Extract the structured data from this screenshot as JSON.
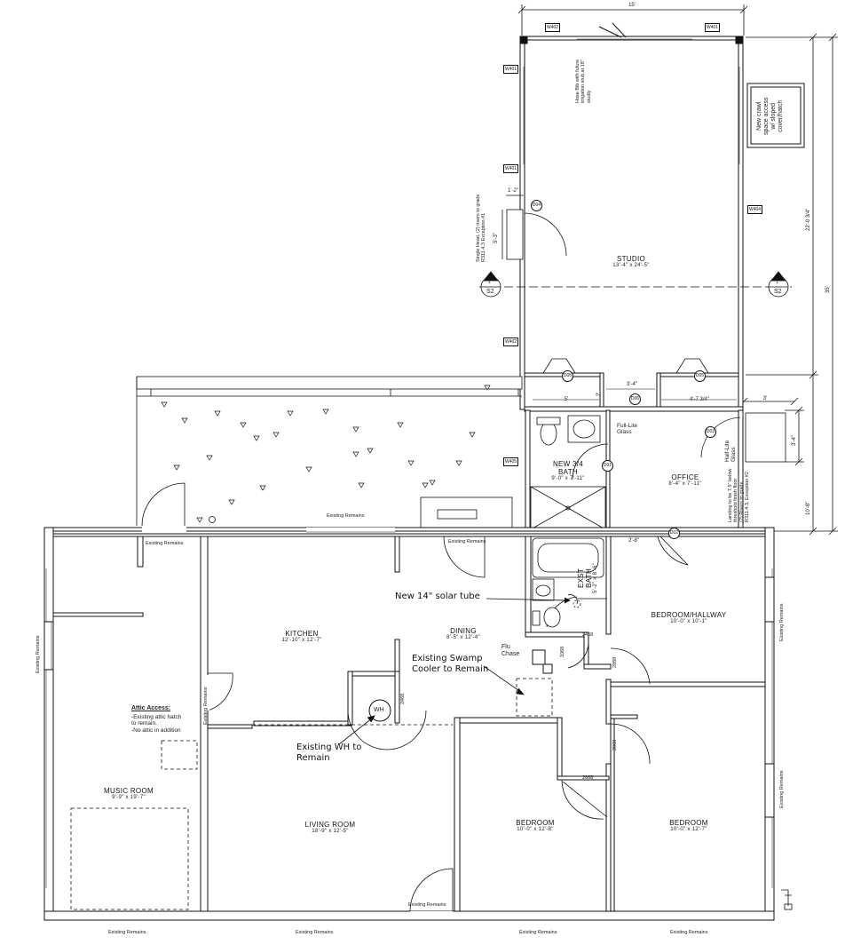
{
  "rooms": {
    "studio": {
      "name": "STUDIO",
      "size": "13'-4\" x 24'-5\""
    },
    "new_bath": {
      "name": "NEW 3/4\nBATH",
      "size": "9'-0\" x 7'-11\""
    },
    "office": {
      "name": "OFFICE",
      "size": "8'-4\" x 7'-11\""
    },
    "exist_bath": {
      "name": "EXST\nBATH",
      "size": "5'-2\" x 8'-6\""
    },
    "bedroom_hallway": {
      "name": "BEDROOM/HALLWAY",
      "size": "10'-0\" x 10'-1\""
    },
    "kitchen": {
      "name": "KITCHEN",
      "size": "12'-10\" x 12'-7\""
    },
    "dining": {
      "name": "DINING",
      "size": "8'-5\" x 12'-4\""
    },
    "music_room": {
      "name": "MUSIC ROOM",
      "size": "9'-9\" x 19'-7\""
    },
    "living_room": {
      "name": "LIVING ROOM",
      "size": "18'-9\" x 12'-5\""
    },
    "bedroom1": {
      "name": "BEDROOM",
      "size": "10'-0\" x 12'-8\""
    },
    "bedroom2": {
      "name": "BEDROOM",
      "size": "10'-0\" x 12'-7\""
    }
  },
  "dimensions": {
    "top_width": "15'",
    "overall_height": "35'",
    "studio_height": "22'-0 3/4\"",
    "office_height": "10'-8\"",
    "office_ext": "3'-4\"",
    "right_3": "3'",
    "closet_left": "5'",
    "closet_mid": "3'-4\"",
    "closet_right": "4'-7 3/4\"",
    "bath_door": "2'-8\"",
    "closet_gap": "2'",
    "door_width_a": "1'-2\"",
    "door_width_b": "5'-3\"",
    "door_2468a": "2468",
    "door_2468b": "2468",
    "door_2868a": "2868",
    "door_2868b": "2868",
    "door_2668": "2668",
    "door_1068": "1068"
  },
  "notes": {
    "solar_tube": "New 14\" solar tube",
    "swamp_cooler": "Existing Swamp\nCooler to Remain",
    "flu_chase": "Flu\nChase",
    "water_heater": "Existing WH to\nRemain",
    "wh": "WH",
    "attic_title": "Attic Access:",
    "attic_body": "-Existing attic hatch\nto remain.\n-No attic in addition",
    "crawl_space": "New crawl\nspace access\nw/ sloped\ncover/hatch",
    "hose_bib": "Hose Bib with future\nirrigation stub at 18\"\nstudly",
    "egress_left": "Single Head, (2) risers to grade\nR311.4.3 Exception #1",
    "egress_right": "Landing to be 7.5\" below\nthreshold finish floor\n(2) Risers to grade\nR311.4.3, Exception #2",
    "full_lite": "Full-Lite\nGlass",
    "half_lite": "Half-Lite\nGlass",
    "existing_remains": "Existing Remains"
  },
  "tags": {
    "w402a": "W402",
    "w401a": "W401",
    "w401b": "W401",
    "w401c": "W401",
    "w404": "W404",
    "w402b": "W402",
    "w405": "W405",
    "d04": "D04",
    "d05a": "D05",
    "d05b": "D05",
    "d06": "D06",
    "d03": "D03",
    "d01": "D01",
    "d02": "D02"
  },
  "section": {
    "num": "1",
    "sheet": "S2"
  }
}
